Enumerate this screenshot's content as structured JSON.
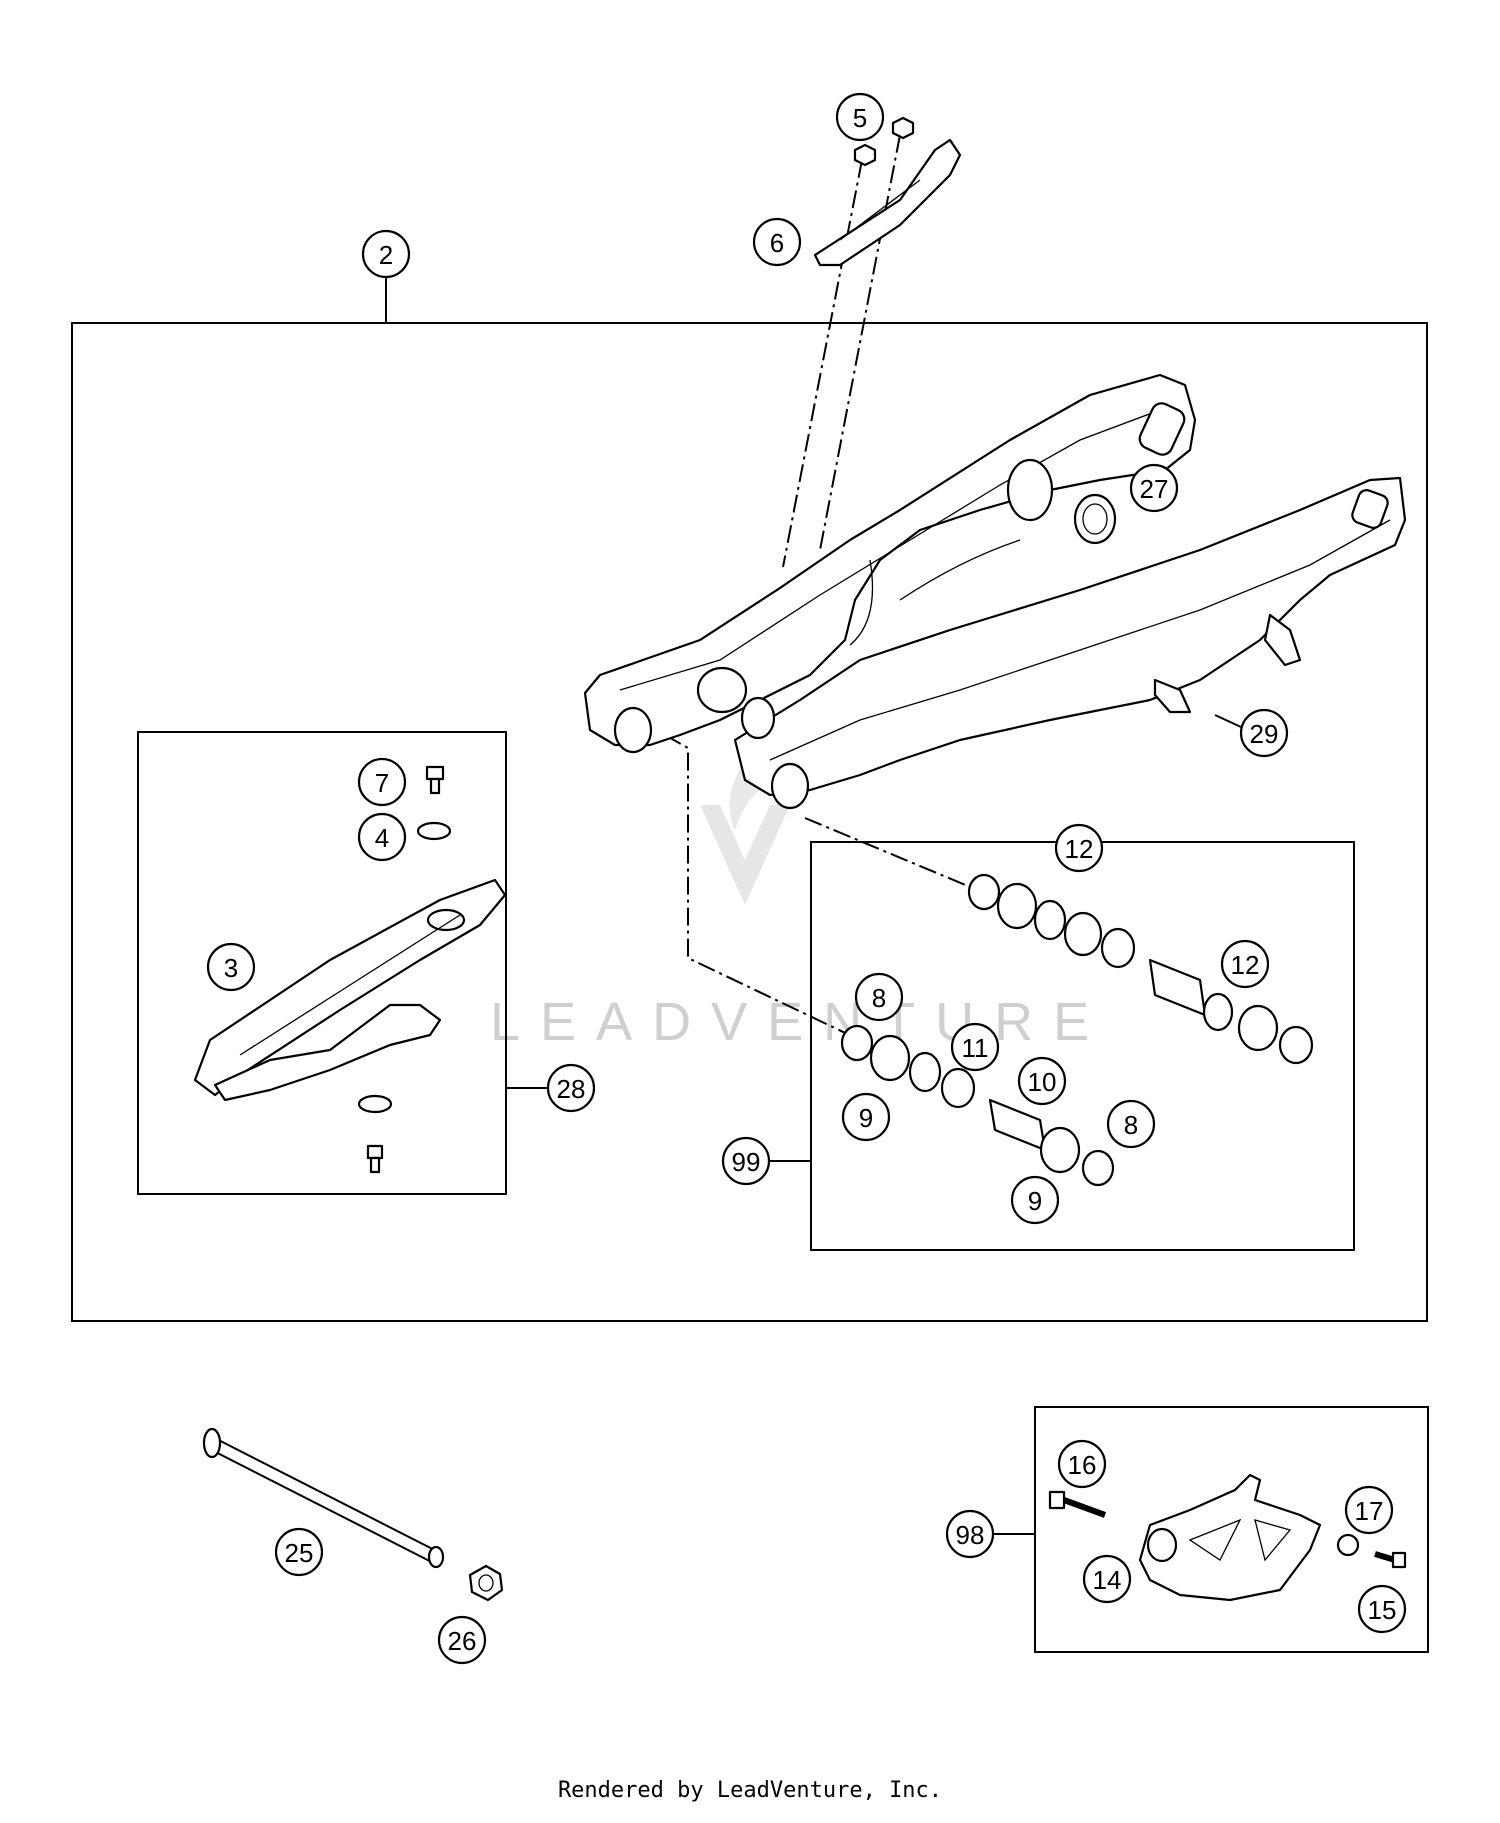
{
  "footer": {
    "credit": "Rendered by LeadVenture, Inc."
  },
  "watermark": {
    "text": "LEADVENTURE"
  },
  "callouts": [
    {
      "id": "c2",
      "label": "2"
    },
    {
      "id": "c5",
      "label": "5"
    },
    {
      "id": "c6",
      "label": "6"
    },
    {
      "id": "c27",
      "label": "27"
    },
    {
      "id": "c29",
      "label": "29"
    },
    {
      "id": "c7",
      "label": "7"
    },
    {
      "id": "c4",
      "label": "4"
    },
    {
      "id": "c3",
      "label": "3"
    },
    {
      "id": "c28",
      "label": "28"
    },
    {
      "id": "c12a",
      "label": "12"
    },
    {
      "id": "c12b",
      "label": "12"
    },
    {
      "id": "c8a",
      "label": "8"
    },
    {
      "id": "c11",
      "label": "11"
    },
    {
      "id": "c10",
      "label": "10"
    },
    {
      "id": "c9a",
      "label": "9"
    },
    {
      "id": "c8b",
      "label": "8"
    },
    {
      "id": "c9b",
      "label": "9"
    },
    {
      "id": "c99",
      "label": "99"
    },
    {
      "id": "c25",
      "label": "25"
    },
    {
      "id": "c26",
      "label": "26"
    },
    {
      "id": "c16",
      "label": "16"
    },
    {
      "id": "c17",
      "label": "17"
    },
    {
      "id": "c98",
      "label": "98"
    },
    {
      "id": "c14",
      "label": "14"
    },
    {
      "id": "c15",
      "label": "15"
    }
  ]
}
